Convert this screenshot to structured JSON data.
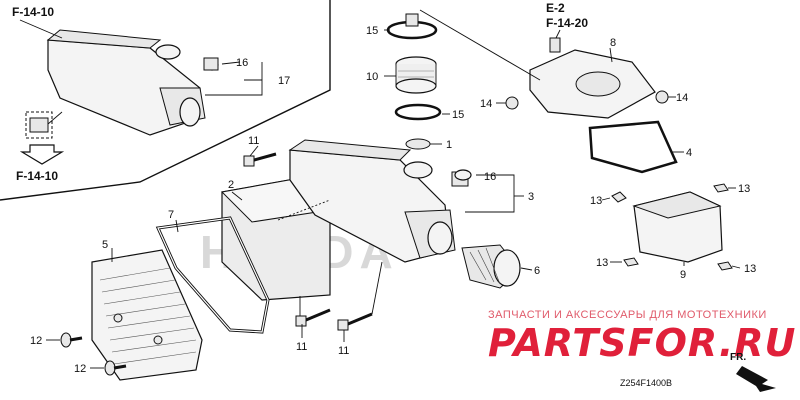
{
  "references": {
    "f1410_top": "F-14-10",
    "f1410_bottom": "F-14-10",
    "e2": "E-2",
    "f1420": "F-14-20"
  },
  "callouts": {
    "c1": "1",
    "c2": "2",
    "c3": "3",
    "c4": "4",
    "c5": "5",
    "c6": "6",
    "c7": "7",
    "c8": "8",
    "c9": "9",
    "c10": "10",
    "c11a": "11",
    "c11b": "11",
    "c11c": "11",
    "c12a": "12",
    "c12b": "12",
    "c13a": "13",
    "c13b": "13",
    "c13c": "13",
    "c13d": "13",
    "c14a": "14",
    "c14b": "14",
    "c15a": "15",
    "c15b": "15",
    "c16a": "16",
    "c16b": "16",
    "c17": "17"
  },
  "watermark": {
    "caption": "ЗАПЧАСТИ И АКСЕССУАРЫ ДЛЯ МОТОТЕХНИКИ",
    "brand": "PARTSFOR.RU",
    "faint_logo": "HONDA"
  },
  "front_marker": "FR.",
  "diagram_code": "Z254F1400B",
  "colors": {
    "watermark": "#e0203a",
    "line": "#111111"
  }
}
